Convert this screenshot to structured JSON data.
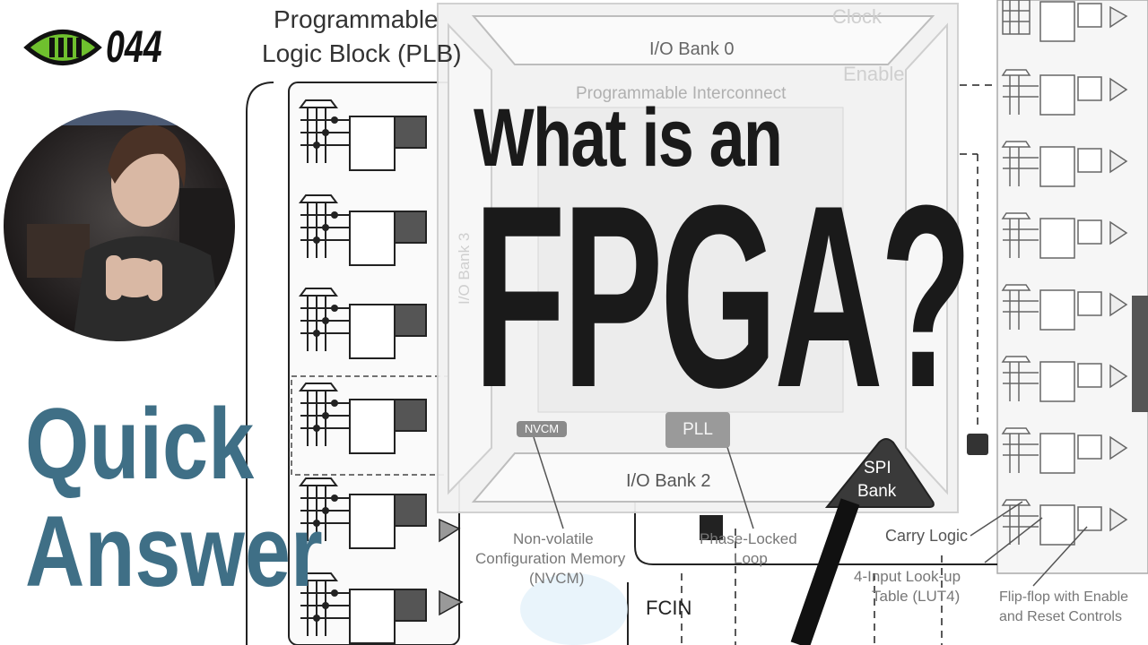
{
  "episode": {
    "number": "044",
    "logo_icon": "lemon-bars-icon",
    "logo_color": "#6fc02e"
  },
  "title": {
    "line1": "What is an",
    "line2": "FPGA?"
  },
  "subtitle": {
    "line1": "Quick",
    "line2": "Answer",
    "color": "#3f6f86"
  },
  "diagram": {
    "plb_label_line1": "Programmable",
    "plb_label_line2": "Logic Block (PLB)",
    "io_bank_0": "I/O Bank 0",
    "io_bank_2": "I/O Bank 2",
    "interconnect": "Programmable Interconnect",
    "nvcm_badge": "NVCM",
    "pll_badge": "PLL",
    "spi_line1": "SPI",
    "spi_line2": "Bank",
    "nvcm_desc_line1": "Non-volatile",
    "nvcm_desc_line2": "Configuration Memory",
    "nvcm_desc_line3": "(NVCM)",
    "pll_desc_line1": "Phase-Locked",
    "pll_desc_line2": "Loop",
    "carry_logic": "Carry Logic",
    "lut_line1": "4-Input Look-up",
    "lut_line2": "Table (LUT4)",
    "ff_line1": "Flip-flop with Enable",
    "ff_line2": "and Reset Controls",
    "fcin": "FCIN",
    "clock": "Clock",
    "enable": "Enable",
    "io_bank_3": "I/O Bank 3"
  }
}
